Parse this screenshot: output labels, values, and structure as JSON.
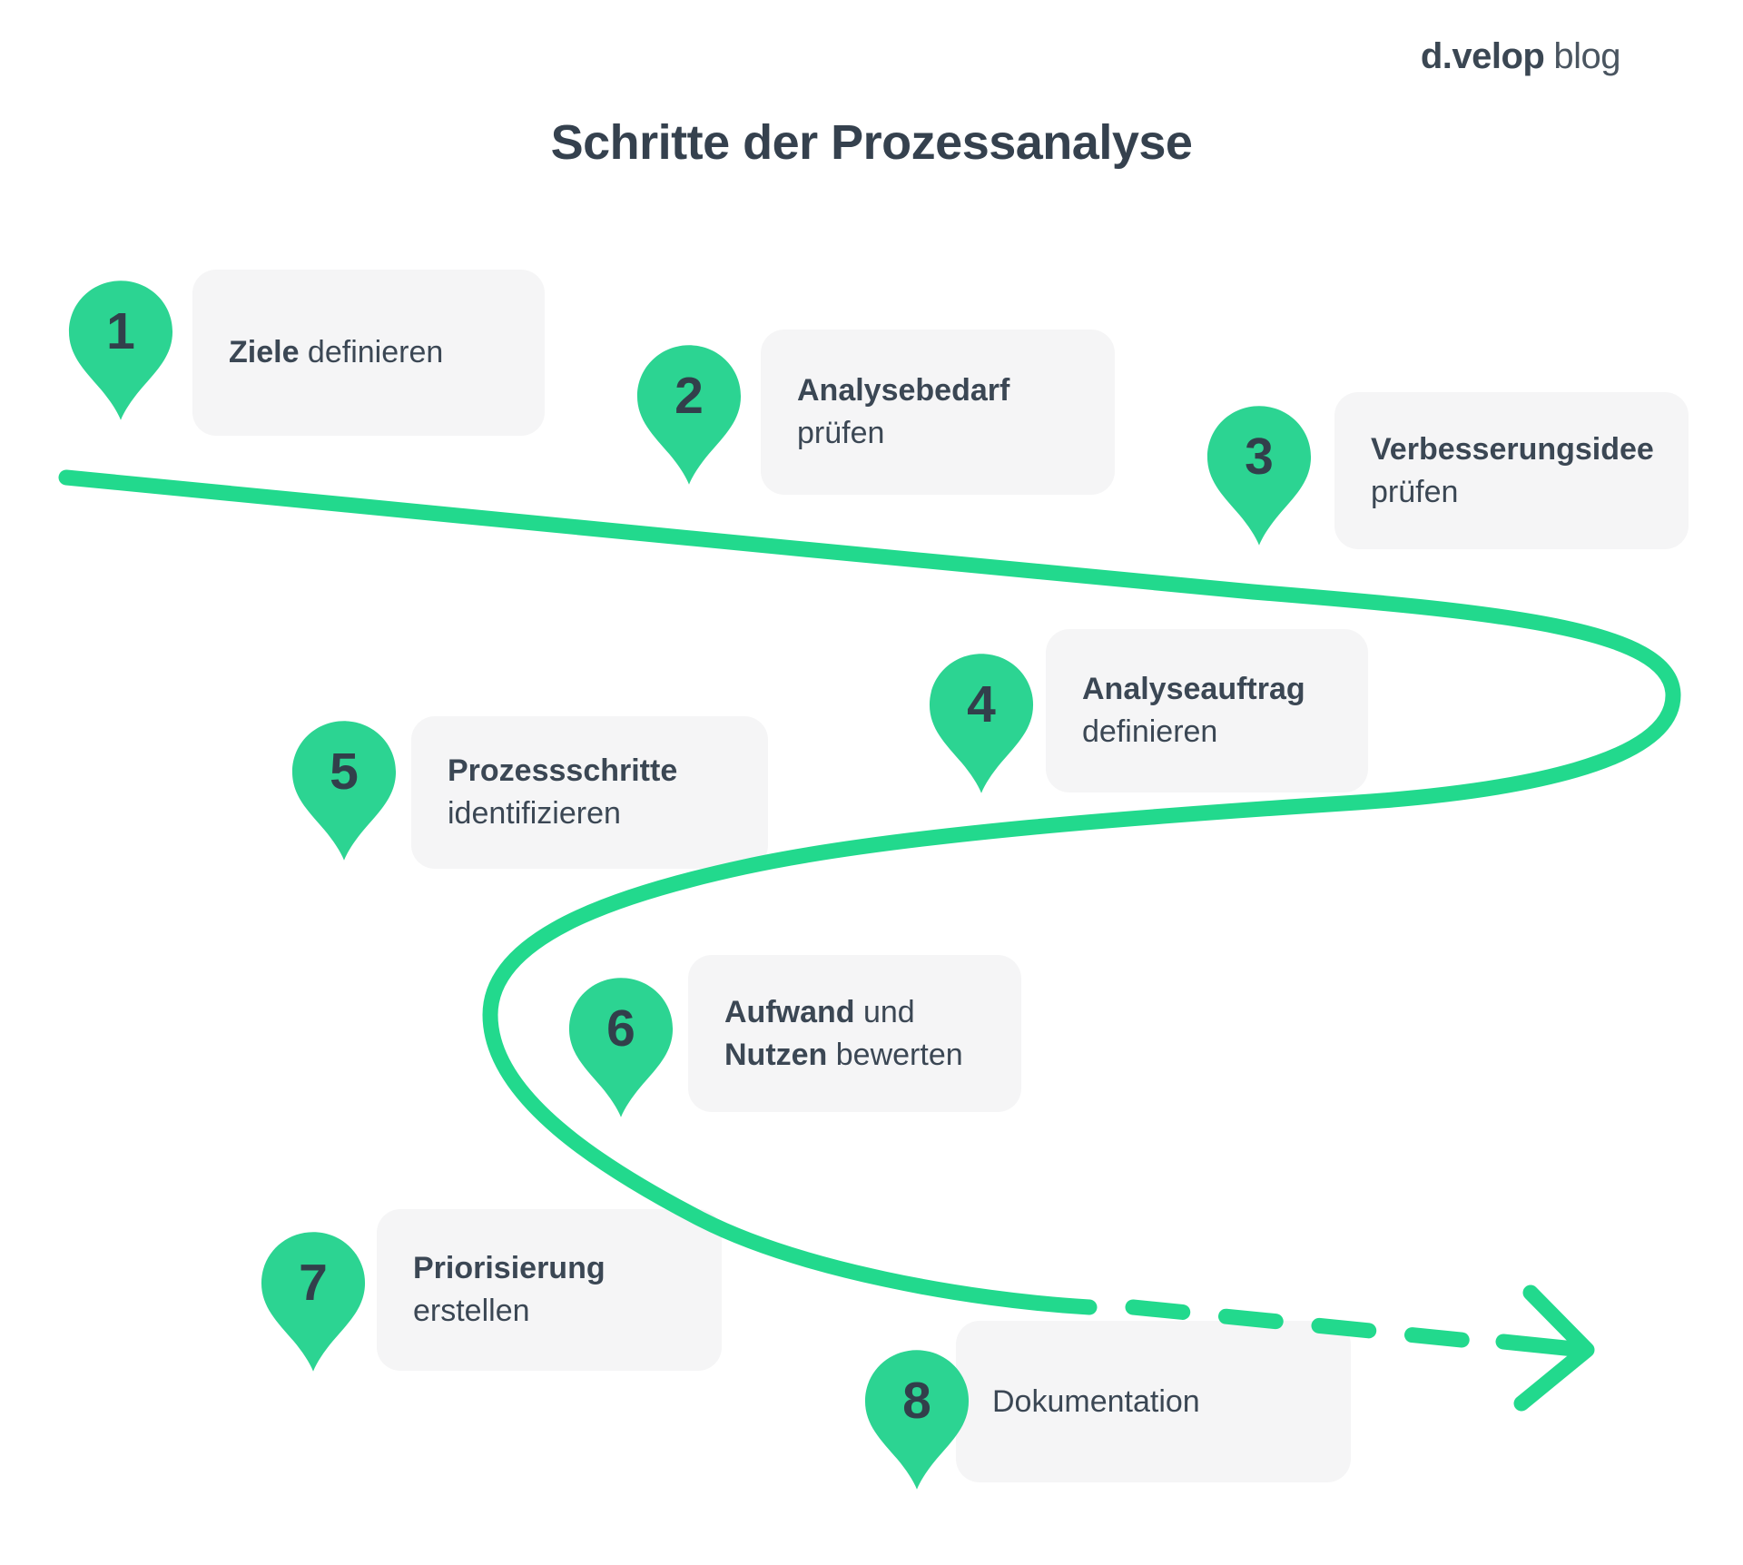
{
  "logo": {
    "brand": "d.velop",
    "suffix": "blog"
  },
  "title": "Schritte der Prozessanalyse",
  "colors": {
    "path_green": "#22d98d",
    "pin_green": "#2cd492",
    "card_bg": "#f5f5f6",
    "text_dark": "#3b4754",
    "title_color": "#35414e",
    "number_color": "#323f4b",
    "logo_color": "#3b4753"
  },
  "steps": [
    {
      "number": "1",
      "title_bold": "Ziele",
      "title_rest": " definieren",
      "line2_bold": "",
      "line2_rest": ""
    },
    {
      "number": "2",
      "title_bold": "Analysebedarf",
      "title_rest": "",
      "line2_bold": "",
      "line2_rest": "prüfen"
    },
    {
      "number": "3",
      "title_bold": "Verbesserungsidee",
      "title_rest": "",
      "line2_bold": "",
      "line2_rest": "prüfen"
    },
    {
      "number": "4",
      "title_bold": "Analyseauftrag",
      "title_rest": "",
      "line2_bold": "",
      "line2_rest": "definieren"
    },
    {
      "number": "5",
      "title_bold": "Prozessschritte",
      "title_rest": "",
      "line2_bold": "",
      "line2_rest": "identifizieren"
    },
    {
      "number": "6",
      "title_bold": "Aufwand",
      "title_rest": " und",
      "line2_bold": "Nutzen",
      "line2_rest": " bewerten"
    },
    {
      "number": "7",
      "title_bold": "Priorisierung",
      "title_rest": "",
      "line2_bold": "",
      "line2_rest": "erstellen"
    },
    {
      "number": "8",
      "title_bold": "",
      "title_rest": "Dokumentation",
      "line2_bold": "",
      "line2_rest": ""
    }
  ]
}
